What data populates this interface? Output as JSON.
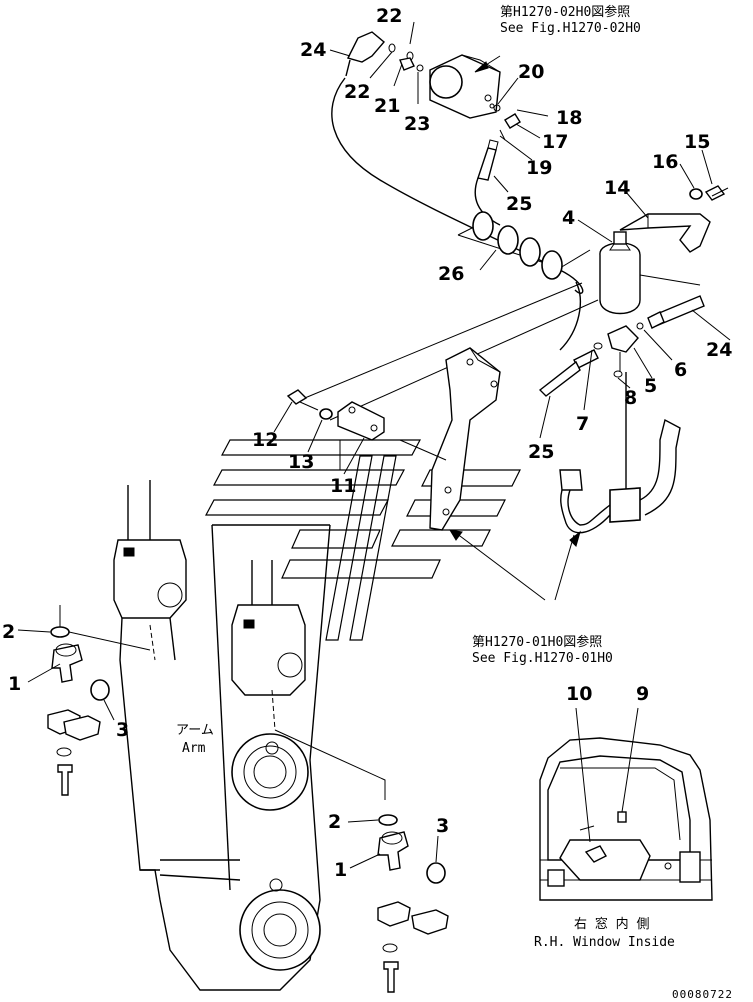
{
  "callouts": {
    "c22a": "22",
    "c24a": "24",
    "c22b": "22",
    "c21": "21",
    "c23": "23",
    "c20": "20",
    "c18": "18",
    "c17": "17",
    "c19": "19",
    "c25a": "25",
    "c15": "15",
    "c16": "16",
    "c14": "14",
    "c4": "4",
    "c26": "26",
    "c24b": "24",
    "c6": "6",
    "c5": "5",
    "c8": "8",
    "c7": "7",
    "c12": "12",
    "c13": "13",
    "c11": "11",
    "c25b": "25",
    "c2a": "2",
    "c1a": "1",
    "c3a": "3",
    "c10": "10",
    "c9": "9",
    "c2b": "2",
    "c3b": "3",
    "c1b": "1"
  },
  "notes": {
    "ref_top_jp": "第H1270-02H0図参照",
    "ref_top_en": "See Fig.H1270-02H0",
    "ref_mid_jp": "第H1270-01H0図参照",
    "ref_mid_en": "See Fig.H1270-01H0",
    "arm_jp": "アーム",
    "arm_en": "Arm",
    "window_jp": "右 窓 内 側",
    "window_en": "R.H. Window Inside",
    "drawing_no": "00080722"
  }
}
